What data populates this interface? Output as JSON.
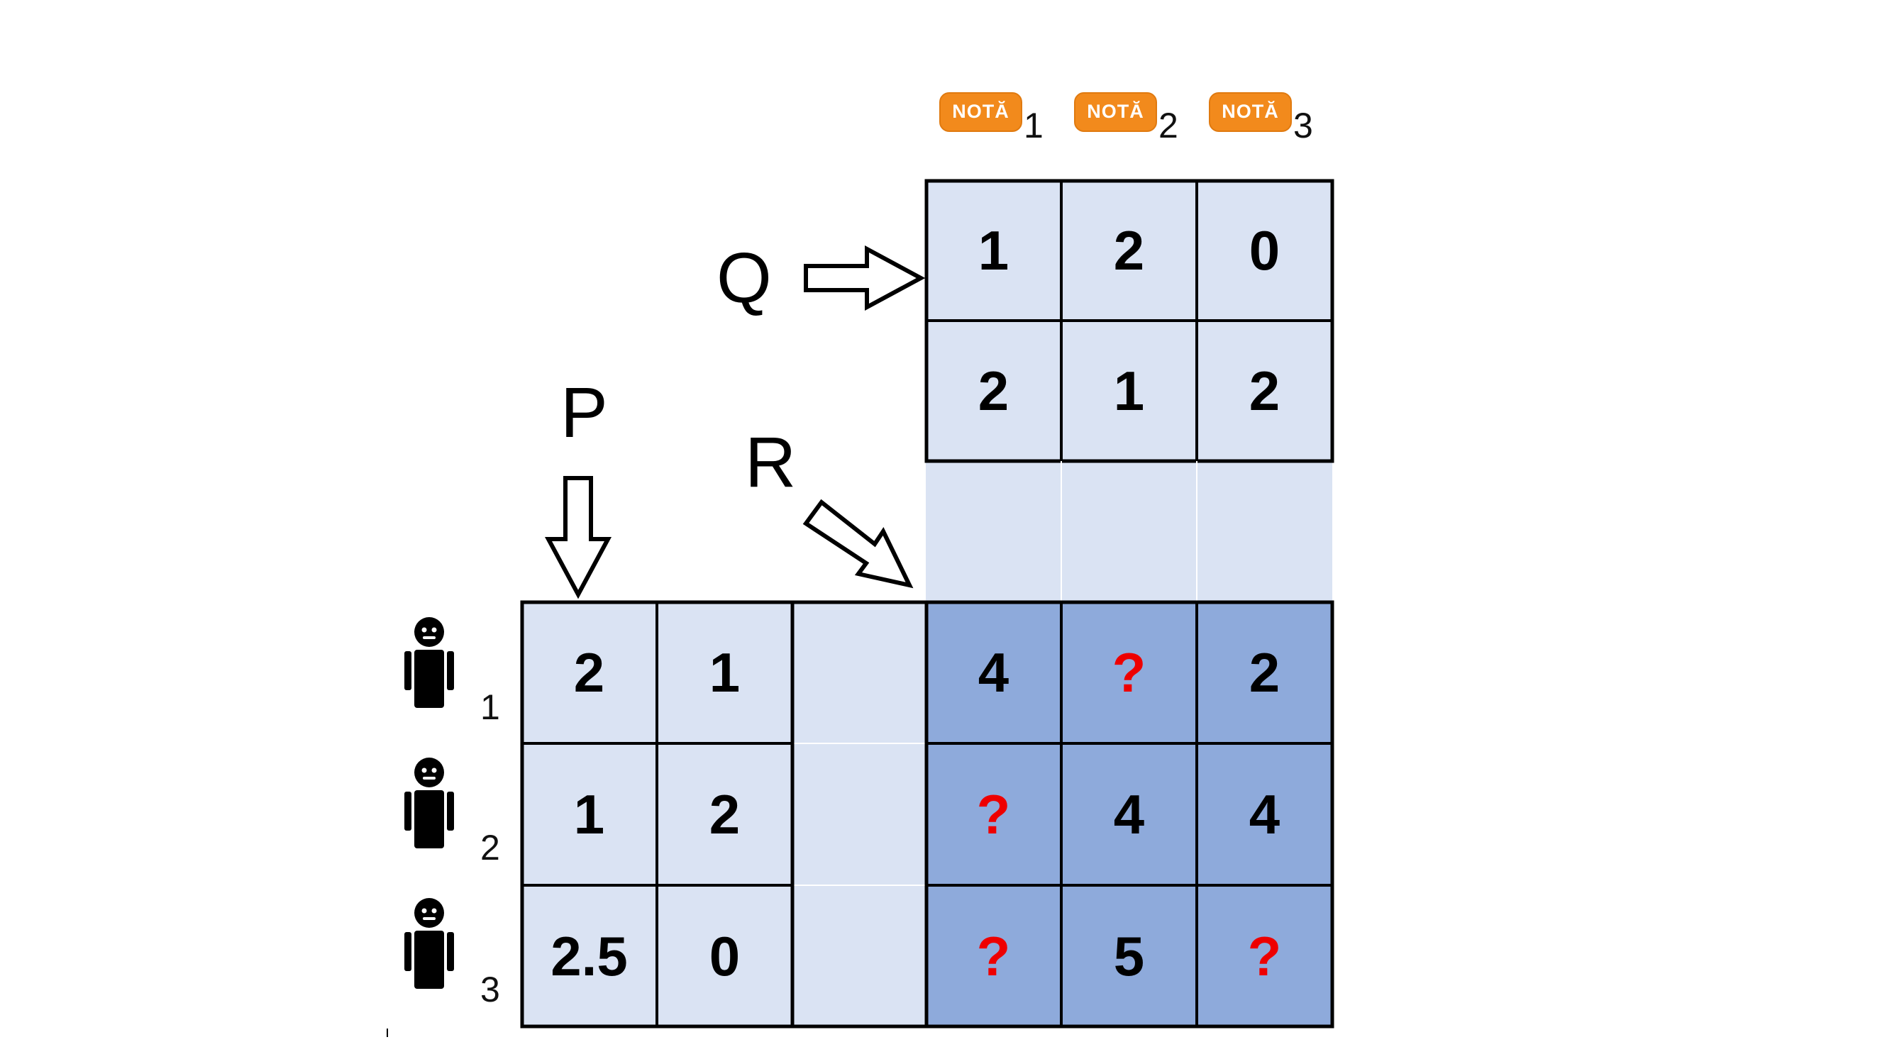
{
  "header": {
    "badges": [
      {
        "text": "NOTĂ",
        "index": "1"
      },
      {
        "text": "NOTĂ",
        "index": "2"
      },
      {
        "text": "NOTĂ",
        "index": "3"
      }
    ]
  },
  "labels": {
    "q": "Q",
    "p": "P",
    "r": "R"
  },
  "matrix_q": {
    "rows": [
      [
        "1",
        "2",
        "0"
      ],
      [
        "2",
        "1",
        "2"
      ]
    ]
  },
  "matrix_p": {
    "rows": [
      [
        "2",
        "1"
      ],
      [
        "1",
        "2"
      ],
      [
        "2.5",
        "0"
      ]
    ]
  },
  "matrix_r": {
    "rows": [
      [
        "4",
        "?",
        "2"
      ],
      [
        "?",
        "4",
        "4"
      ],
      [
        "?",
        "5",
        "?"
      ]
    ]
  },
  "users": [
    {
      "index": "1",
      "icon": "person-icon"
    },
    {
      "index": "2",
      "icon": "person-icon"
    },
    {
      "index": "3",
      "icon": "person-icon"
    }
  ],
  "colors": {
    "light_cell": "#dae3f3",
    "dark_cell": "#8eaadb",
    "unknown": "#ee0000",
    "badge": "#f28a1c"
  }
}
